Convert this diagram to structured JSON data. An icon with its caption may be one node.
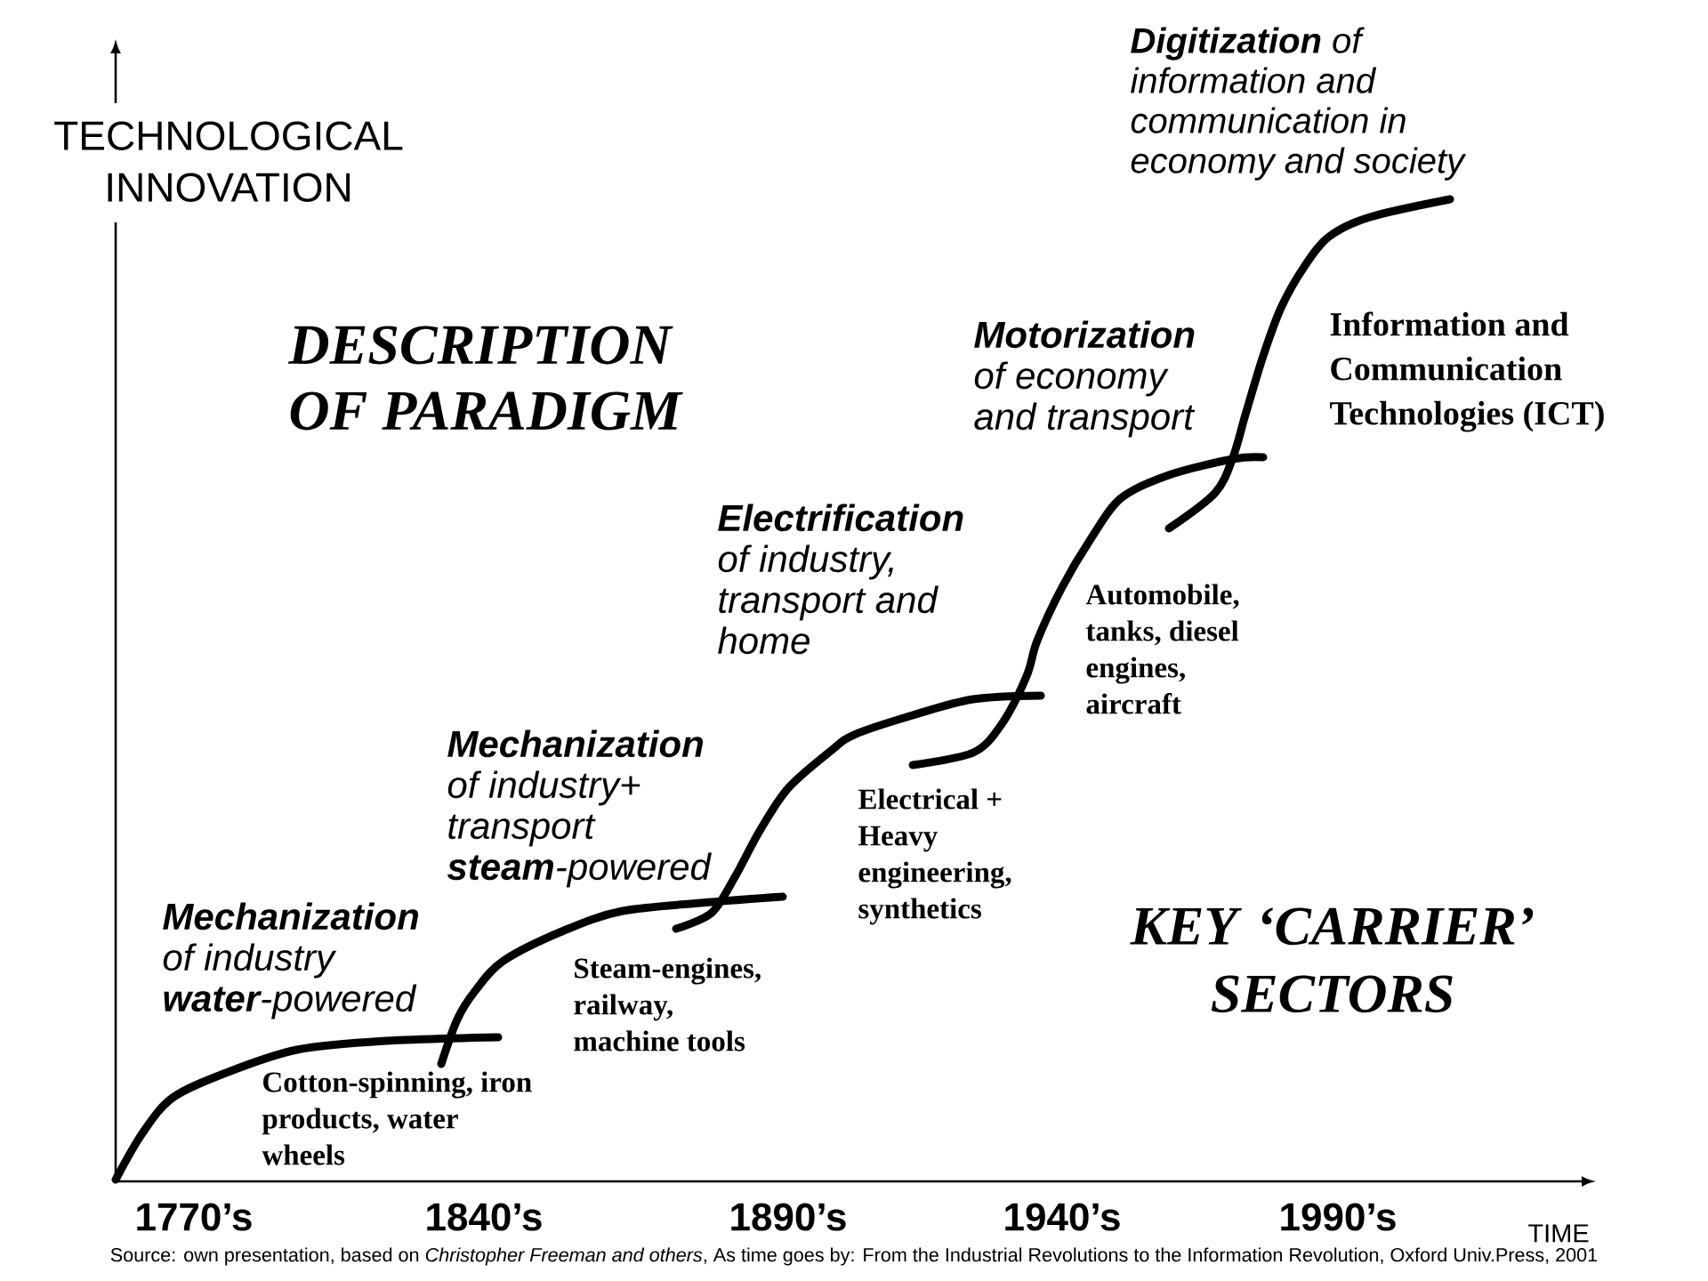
{
  "diagram": {
    "labels": [
      "**Digitization** of information and communication in economy and society",
      "TECHNOLOGICAL INNOVATION",
      "DESCRIPTION OF PARADIGM",
      "Motorization",
      "of economy and transport",
      "Information and Communication Technologies (ICT)",
      "Electrification",
      "of industry, transport and home",
      "Automobile, tanks, diesel engines, aircraft",
      "Mechanization",
      "of industry+ transport **steam**-powered",
      "Electrical + Heavy engineering, synthetics",
      "Mechanization",
      "of industry **water**-powered",
      "KEY ‘CARRIER’ SECTORS",
      "Steam-engines, railway, machine tools",
      "Cotton-spinning, iron products, water wheels",
      "1770’s",
      "1840’s",
      "1890’s",
      "1940’s",
      "1990’s",
      "TIME"
    ],
    "caption": "Source: own presentation, based on *Christopher Freeman and others*, As time goes by: From the Industrial Revolutions to the Information Revolution, Oxford Univ.Press, 2001"
  }
}
